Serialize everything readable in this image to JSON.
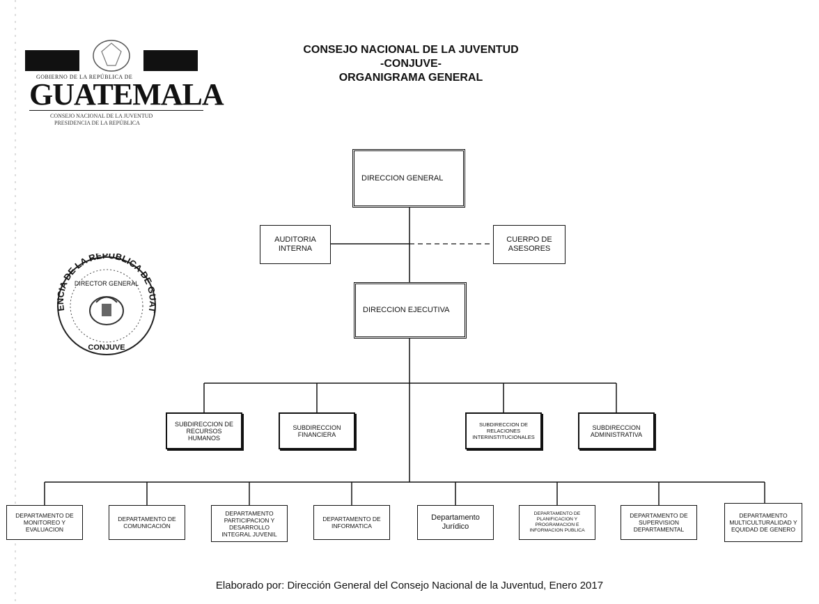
{
  "header": {
    "line1": "CONSEJO NACIONAL DE LA JUVENTUD",
    "line2": "-CONJUVE-",
    "line3": "ORGANIGRAMA GENERAL"
  },
  "logo": {
    "top_text": "GOBIERNO DE LA REPÚBLICA DE",
    "main": "GUATEMALA",
    "sub1": "CONSEJO NACIONAL DE LA JUVENTUD",
    "sub2": "PRESIDENCIA DE LA REPÚBLICA"
  },
  "seal": {
    "arc_text": "PRESIDENCIA DE LA REPUBLICA DE GUATEMALA",
    "inner_text": "DIRECTOR GENERAL",
    "bottom_text": "CONJUVE"
  },
  "org": {
    "direccion_general": "DIRECCION GENERAL",
    "auditoria": "AUDITORIA INTERNA",
    "asesores": "CUERPO DE ASESORES",
    "direccion_ejecutiva": "DIRECCION EJECUTIVA",
    "subdirecciones": [
      "SUBDIRECCION DE RECURSOS HUMANOS",
      "SUBDIRECCION FINANCIERA",
      "SUBDIRECCION DE RELACIONES INTERINSTITUCIONALES",
      "SUBDIRECCION ADMINISTRATIVA"
    ],
    "departamentos": [
      "DEPARTAMENTO DE MONITOREO Y EVALUACION",
      "DEPARTAMENTO DE COMUNICACIÓN",
      "DEPARTAMENTO PARTICIPACION Y DESARROLLO INTEGRAL JUVENIL",
      "DEPARTAMENTO DE INFORMATICA",
      "Departamento Jurídico",
      "DEPARTAMENTO DE PLANIFICACION Y PROGRAMACION E INFORMACION PUBLICA",
      "DEPARTAMENTO DE SUPERVISION DEPARTAMENTAL",
      "DEPARTAMENTO MULTICULTURALIDAD Y EQUIDAD DE GENERO"
    ]
  },
  "footer": "Elaborado por: Dirección General del Consejo Nacional de la Juventud, Enero 2017"
}
